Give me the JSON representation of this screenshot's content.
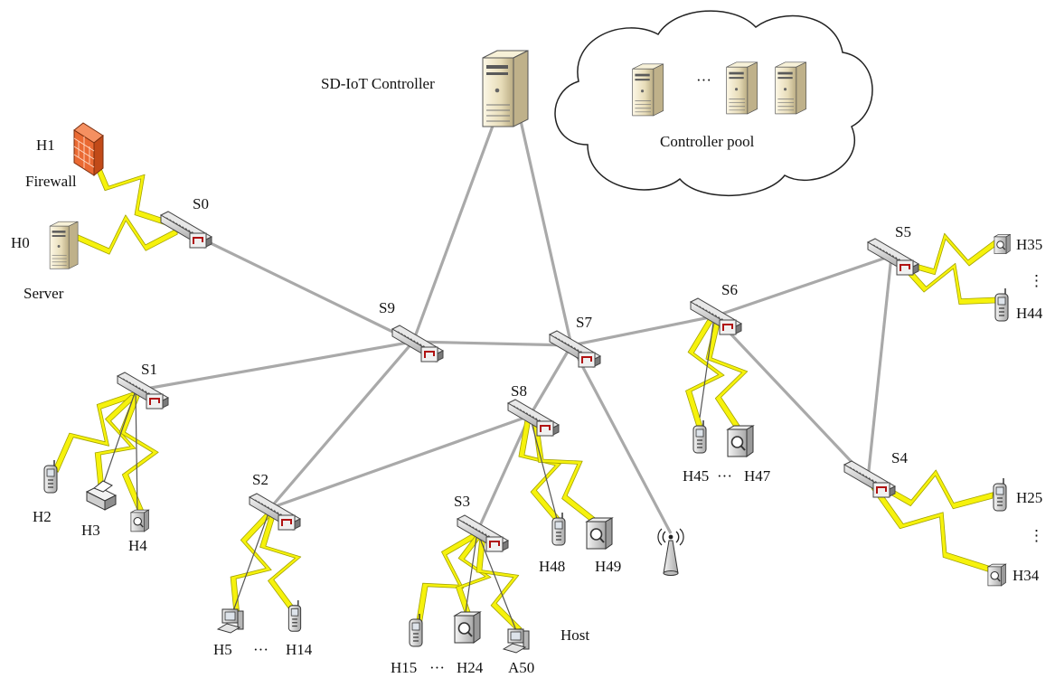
{
  "controller": {
    "label": "SD-IoT Controller"
  },
  "pool": {
    "label": "Controller pool",
    "ellipsis": "···"
  },
  "switches": [
    "S0",
    "S1",
    "S2",
    "S3",
    "S4",
    "S5",
    "S6",
    "S7",
    "S8",
    "S9"
  ],
  "hosts": {
    "h0": "H0",
    "h1": "H1",
    "h2": "H2",
    "h3": "H3",
    "h4": "H4",
    "h5": "H5",
    "h14": "H14",
    "h15": "H15",
    "h24": "H24",
    "a50": "A50",
    "h25": "H25",
    "h34": "H34",
    "h35": "H35",
    "h44": "H44",
    "h45": "H45",
    "h47": "H47",
    "h48": "H48",
    "h49": "H49"
  },
  "roles": {
    "firewall": "Firewall",
    "server": "Server",
    "host": "Host"
  },
  "ellipsis_h": "···",
  "ellipsis_v": "⋮"
}
